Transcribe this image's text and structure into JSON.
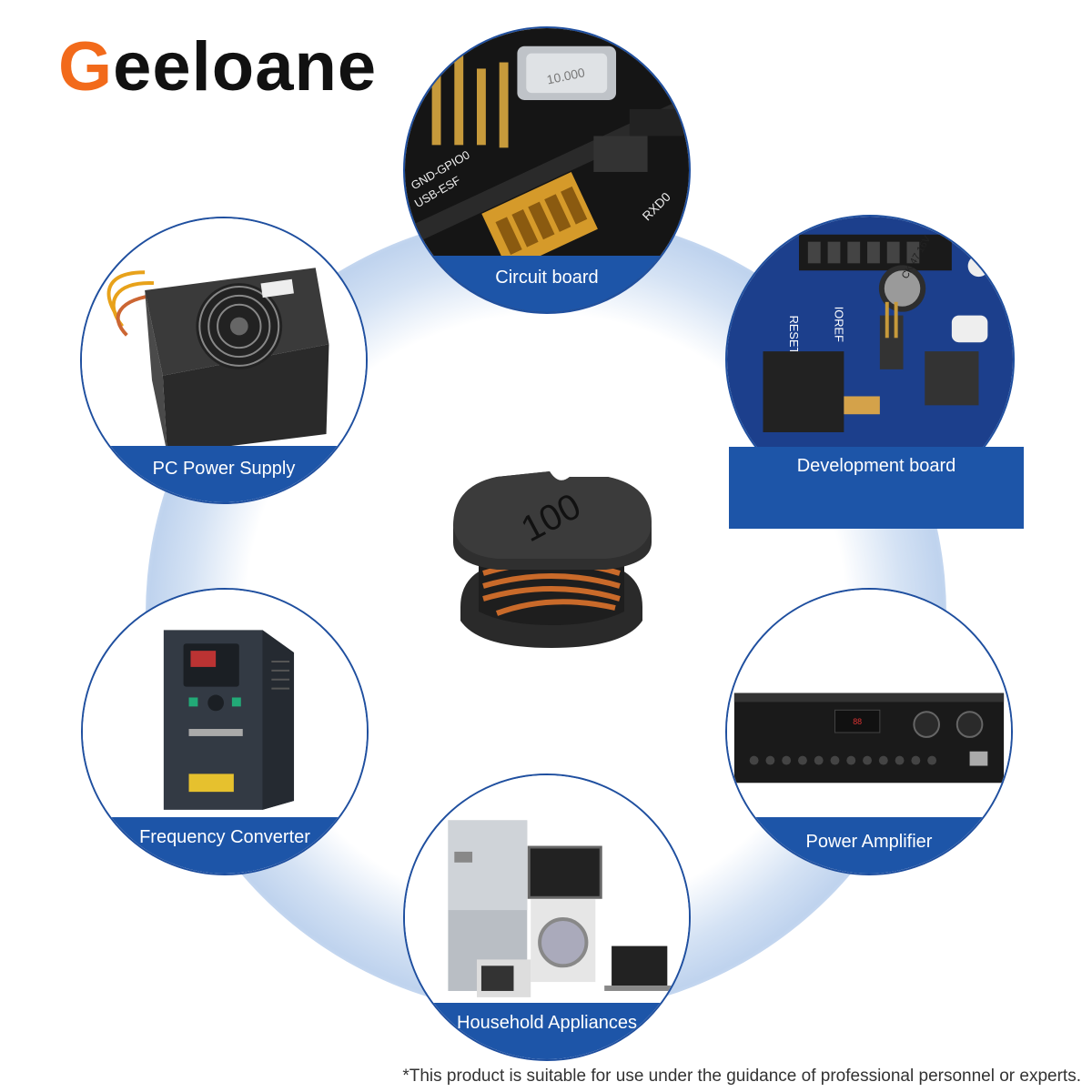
{
  "brand": {
    "first_letter": "G",
    "rest": "eeloane",
    "accent_color": "#f26a1b"
  },
  "product": {
    "marking": "100",
    "name": "inductor-icon"
  },
  "applications": [
    {
      "label": "Circuit board",
      "icon": "circuit-board-icon"
    },
    {
      "label": "Development board",
      "icon": "development-board-icon"
    },
    {
      "label": "PC Power Supply",
      "icon": "pc-power-supply-icon"
    },
    {
      "label": "Frequency Converter",
      "icon": "frequency-converter-icon"
    },
    {
      "label": "Power Amplifier",
      "icon": "power-amplifier-icon"
    },
    {
      "label": "Household Appliances",
      "icon": "household-appliances-icon"
    }
  ],
  "board_text": {
    "crystal": "10.000",
    "pins_a": "GND-GPIO0",
    "pins_b": "USB-ESF",
    "pin_c": "RXD0",
    "cap": "CK 47 16V",
    "reset": "RESET",
    "ioref": "IOREF"
  },
  "disclaimer": "*This product is suitable for use under the guidance of professional personnel or experts.",
  "colors": {
    "label_blue": "#1d55a8",
    "border_blue": "#1f4f9f"
  }
}
